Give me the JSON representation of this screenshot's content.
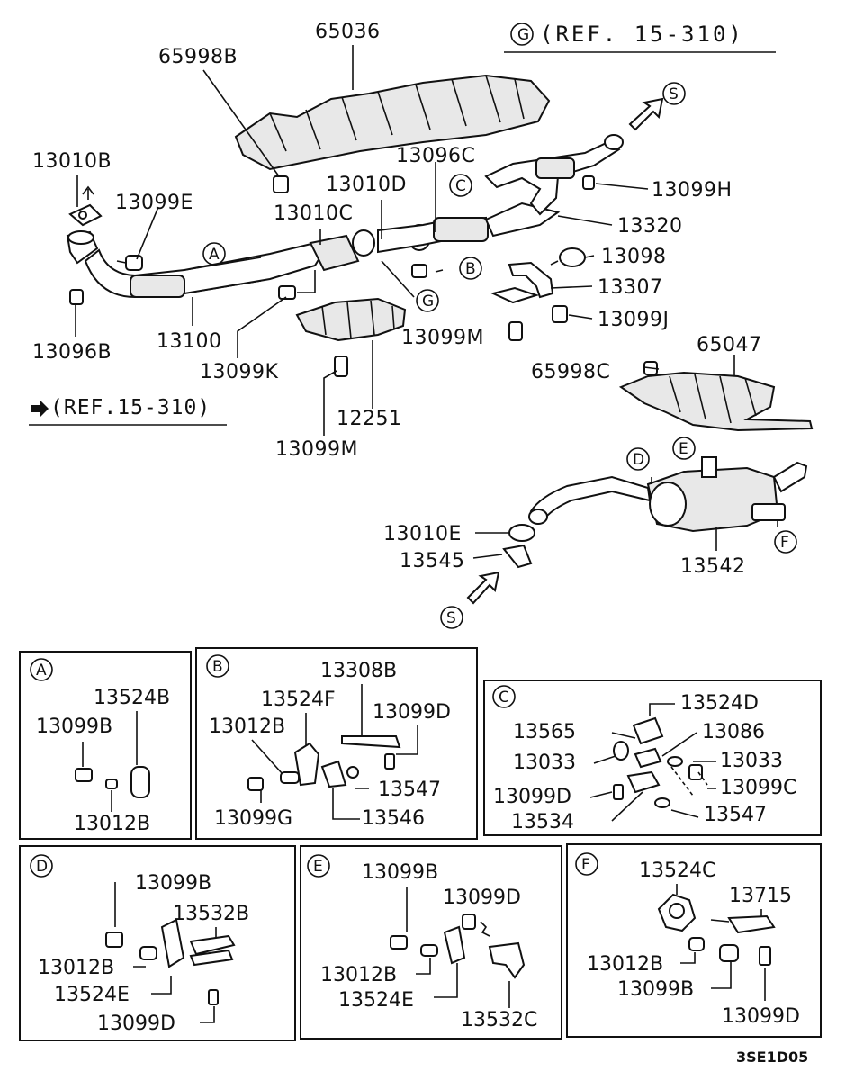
{
  "main": {
    "ref_top": "(REF. 15-310)",
    "ref_left": "(REF.15-310)",
    "circles": {
      "A": "A",
      "B": "B",
      "C": "C",
      "D": "D",
      "E": "E",
      "F": "F",
      "G": "G",
      "S": "S"
    },
    "labels": {
      "p65036": "65036",
      "p65998B": "65998B",
      "p13010B": "13010B",
      "p13099E": "13099E",
      "p13096C": "13096C",
      "p13010D": "13010D",
      "p13010C": "13010C",
      "p13099H": "13099H",
      "p13320": "13320",
      "p13098": "13098",
      "p13307": "13307",
      "p13099J": "13099J",
      "p13096B": "13096B",
      "p13100": "13100",
      "p13099K": "13099K",
      "p13099M_a": "13099M",
      "p12251": "12251",
      "p13099M_b": "13099M",
      "p65047": "65047",
      "p65998C": "65998C",
      "p13010E": "13010E",
      "p13545": "13545",
      "p13542": "13542"
    }
  },
  "boxes": {
    "A": {
      "letter": "A",
      "labels": [
        "13524B",
        "13099B",
        "13012B"
      ]
    },
    "B": {
      "letter": "B",
      "labels": [
        "13308B",
        "13524F",
        "13099D",
        "13012B",
        "13547",
        "13099G",
        "13546"
      ]
    },
    "C": {
      "letter": "C",
      "labels": [
        "13524D",
        "13565",
        "13086",
        "13033",
        "13033",
        "13099C",
        "13099D",
        "13534",
        "13547"
      ]
    },
    "D": {
      "letter": "D",
      "labels": [
        "13099B",
        "13532B",
        "13012B",
        "13524E",
        "13099D"
      ]
    },
    "E": {
      "letter": "E",
      "labels": [
        "13099B",
        "13099D",
        "13012B",
        "13524E",
        "13532C"
      ]
    },
    "F": {
      "letter": "F",
      "labels": [
        "13524C",
        "13715",
        "13012B",
        "13099B",
        "13099D"
      ]
    }
  },
  "footer": {
    "code": "3SE1D05"
  }
}
